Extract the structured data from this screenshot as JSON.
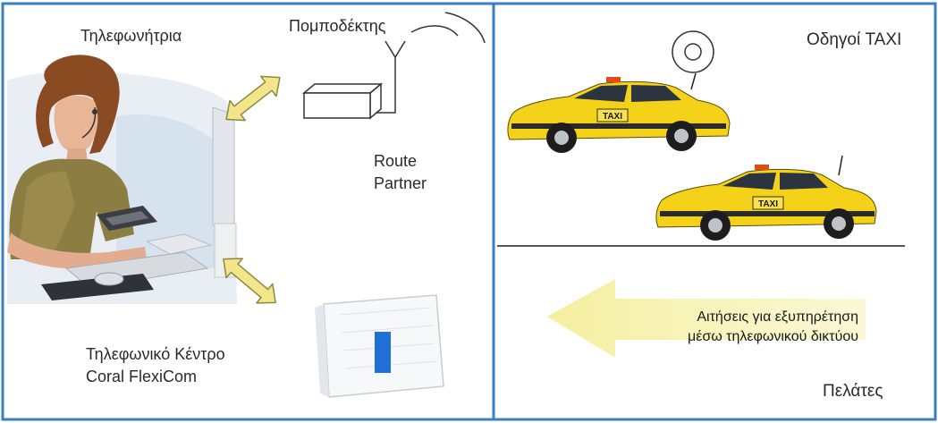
{
  "labels": {
    "operator": "Τηλεφωνήτρια",
    "transceiver": "Πομποδέκτης",
    "route_partner_line1": "Route",
    "route_partner_line2": "Partner",
    "pbx_line1": "Τηλεφωνικό Κέντρο",
    "pbx_line2": "Coral FlexiCom",
    "drivers": "Οδηγοί TAXI",
    "customers": "Πελάτες",
    "requests_line1": "Αιτήσεις για εξυπηρέτηση",
    "requests_line2": "μέσω τηλεφωνικού δικτύου"
  },
  "taxi_sign": "TAXI",
  "colors": {
    "frame": "#3a7fc1",
    "taxi_yellow": "#f4d21a",
    "arrow_yellow": "#f7f3a2",
    "double_arrow": "#f3e58a",
    "pbx_stripe": "#1f6fd6"
  }
}
